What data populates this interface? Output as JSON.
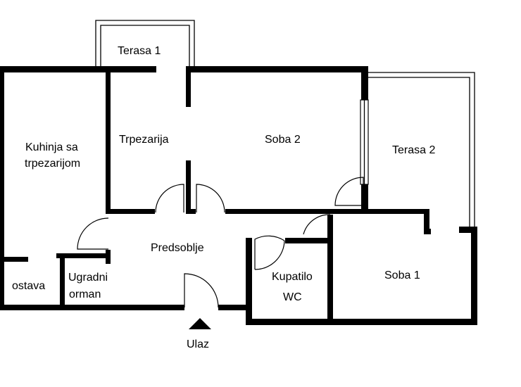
{
  "rooms": {
    "terasa1": "Terasa 1",
    "kuhinja_line1": "Kuhinja sa",
    "kuhinja_line2": "trpezarijom",
    "trpezarija": "Trpezarija",
    "soba2": "Soba 2",
    "terasa2": "Terasa 2",
    "predsoblje": "Predsoblje",
    "ostava": "ostava",
    "ugradni_line1": "Ugradni",
    "ugradni_line2": "orman",
    "kupatilo_line1": "Kupatilo",
    "kupatilo_line2": "WC",
    "soba1": "Soba 1"
  },
  "entrance": {
    "label": "Ulaz"
  }
}
